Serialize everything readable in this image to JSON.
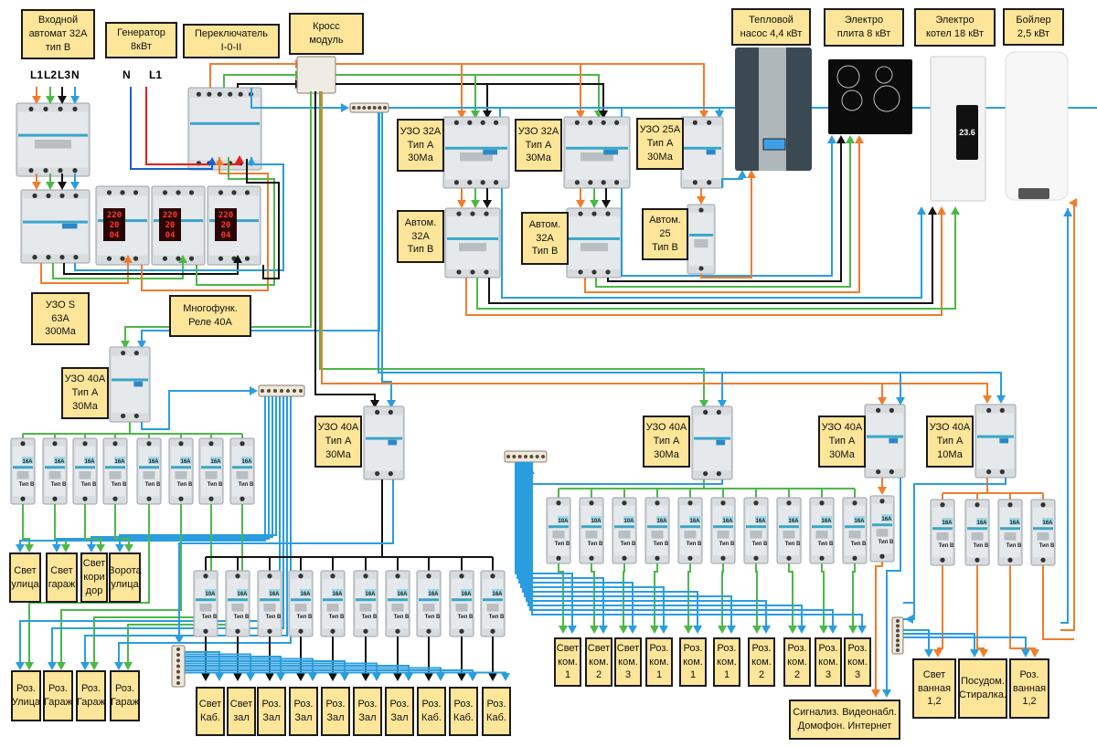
{
  "title": "Схема электроснабжения дома",
  "colors": {
    "L1": "#f07d2b",
    "L2": "#4cb848",
    "L3": "#111111",
    "N": "#2a9de0",
    "gen_L1": "#e31d1d",
    "gen_N": "#1a5fd0",
    "label_fill": "#fde599"
  },
  "phase_labels": {
    "L1": "L1",
    "L2": "L2",
    "L3": "L3",
    "N": "N"
  },
  "generator_phase_labels": {
    "N": "N",
    "L1": "L1"
  },
  "top_labels": {
    "input_breaker": "Входной\nавтомат 32А\nтип В",
    "generator": "Генератор\n8кВт",
    "switch": "Переключатель\nI-0-II",
    "cross_module": "Кросс\nмодуль",
    "heat_pump": "Тепловой\nнасос 4,4 кВт",
    "stove": "Электро\nплита 8 кВт",
    "boiler_electric": "Электро\nкотел 18 кВт",
    "water_heater": "Бойлер\n2,5 кВт"
  },
  "device_labels": {
    "rcd_s": "УЗО S\n63А\n300Ма",
    "relay": "Многофунк.\nРеле 40А",
    "rcd_32a_1": "УЗО 32А\nТип А\n30Ма",
    "rcd_32a_2": "УЗО 32А\nТип А\n30Ма",
    "rcd_25a": "УЗО 25А\nТип А\n30Ма",
    "cb_32a_1": "Автом.\n32А\nТип В",
    "cb_32a_2": "Автом.\n32А\nТип В",
    "cb_25": "Автом.\n25\nТип В",
    "rcd_40a_left": "УЗО 40А\nТип А\n30Ма",
    "rcd_40a_mid": "УЗО 40А\nТип А\n30Ма",
    "rcd_40a_right1": "УЗО 40А\nТип А\n30Ма",
    "rcd_40a_right2": "УЗО 40А\nТип А\n30Ма",
    "rcd_40a_bath": "УЗО 40А\nТип А\n10Ма"
  },
  "relay_display": [
    "220",
    "20",
    "04"
  ],
  "boiler_display": "23.6",
  "breaker_marking": {
    "type": "Тип B"
  },
  "groups": {
    "left": {
      "breakers": [
        "16А",
        "16А",
        "16А",
        "16А",
        "16А",
        "16А",
        "16А",
        "16А"
      ],
      "loads_top": [
        "Свет\nулица",
        "Свет\nгараж",
        "Свет\nкори\nдор",
        "Ворота\nулица"
      ],
      "loads_bottom": [
        "Роз.\nУлица",
        "Роз.\nГараж",
        "Роз.\nГараж",
        "Роз.\nГараж"
      ]
    },
    "middle": {
      "breakers": [
        "10А",
        "16А",
        "16А",
        "16А",
        "16А",
        "16А",
        "16А",
        "16А",
        "16А",
        "16А"
      ],
      "loads": [
        "Свет\nКаб.",
        "Свет\nзал",
        "Роз.\nЗал",
        "Роз.\nЗал",
        "Роз.\nЗал",
        "Роз.\nЗал",
        "Роз.\nЗал",
        "Роз.\nКаб.",
        "Роз.\nКаб.",
        "Роз.\nКаб."
      ]
    },
    "right": {
      "breakers": [
        "10А",
        "10А",
        "10А",
        "16А",
        "16А",
        "16А",
        "16А",
        "16А",
        "16А",
        "16А"
      ],
      "loads": [
        "Свет\nком.\n1",
        "Свет\nком.\n2",
        "Свет\nком.\n3",
        "Роз.\nком.\n1",
        "Роз.\nком.\n1",
        "Роз.\nком.\n1",
        "Роз.\nком.\n2",
        "Роз.\nком.\n2",
        "Роз.\nком.\n3",
        "Роз.\nком.\n3"
      ]
    },
    "security": {
      "breakers": [
        "16А"
      ],
      "loads": [
        "Сигнализ. Видеонабл.\nДомофон. Интернет"
      ]
    },
    "bath": {
      "breakers": [
        "16А",
        "16А",
        "16А",
        "16А"
      ],
      "loads": [
        "Свет\nванная\n1,2",
        "Посудом.\nСтиралка.",
        "Роз.\nванная\n1,2"
      ]
    }
  }
}
